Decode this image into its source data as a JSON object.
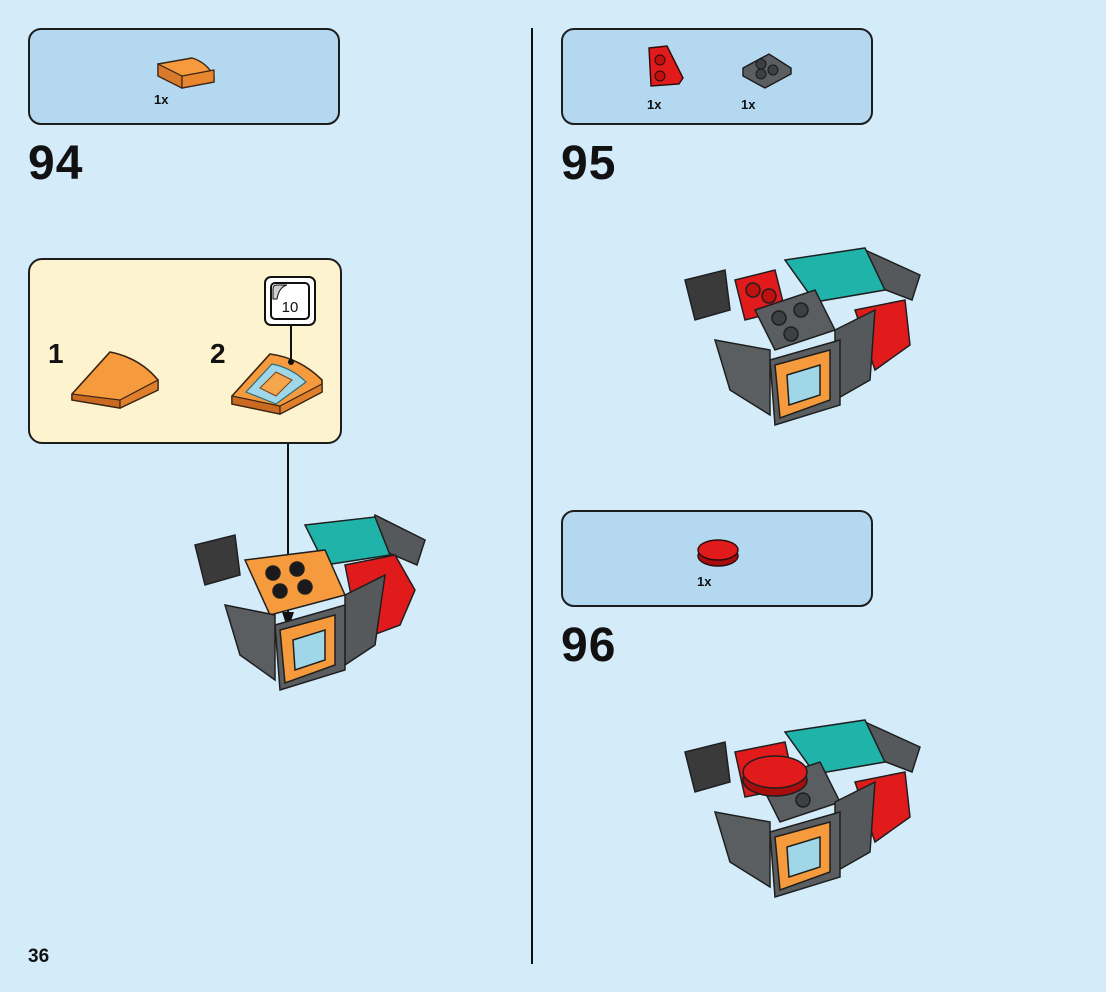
{
  "steps": [
    {
      "number": "94",
      "parts": [
        {
          "qty": "1x",
          "part": "orange-curved-slope"
        }
      ]
    },
    {
      "number": "95",
      "parts": [
        {
          "qty": "1x",
          "part": "red-wedge-plate"
        },
        {
          "qty": "1x",
          "part": "dark-gray-wedge-plate"
        }
      ]
    },
    {
      "number": "96",
      "parts": [
        {
          "qty": "1x",
          "part": "red-round-tile"
        }
      ]
    }
  ],
  "subassembly": {
    "step1_label": "1",
    "step2_label": "2",
    "sticker_number": "10"
  },
  "page_number": "36",
  "colors": {
    "background": "#d4ebf9",
    "parts_box": "#b5d8f1",
    "subassembly_box": "#fef3cf",
    "orange": "#f59a3d",
    "red": "#e11b1b",
    "teal": "#1fb3a9",
    "dark_gray": "#5b5e60"
  }
}
